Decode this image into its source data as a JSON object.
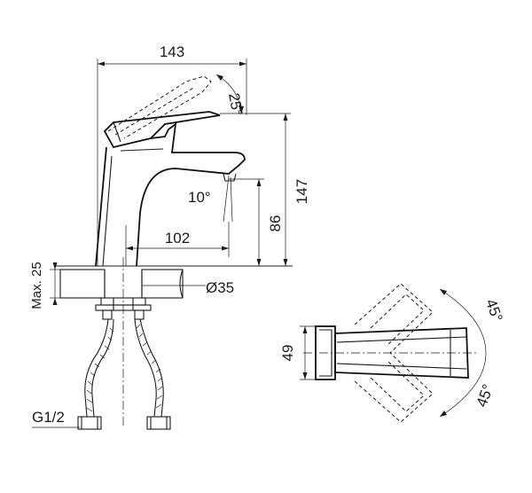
{
  "side_view": {
    "dim_width": "143",
    "dim_height_total": "147",
    "dim_spout_height": "86",
    "dim_reach": "102",
    "angle_handle": "25°",
    "angle_spout": "10°",
    "dim_hole": "Ø35",
    "dim_max_deck": "Max. 25",
    "thread": "G1/2"
  },
  "top_view": {
    "dim_width": "49",
    "angle_top": "45°",
    "angle_bottom": "45°"
  }
}
